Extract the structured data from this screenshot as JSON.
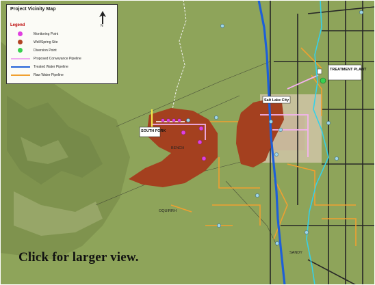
{
  "legend": {
    "title": "Project Vicinity Map",
    "heading": "Legend",
    "items": [
      {
        "label": "Monitoring Point",
        "color": "#e040e0",
        "kind": "dot"
      },
      {
        "label": "Well/Spring Site",
        "color": "#b24424",
        "kind": "dot"
      },
      {
        "label": "Diversion Point",
        "color": "#38d050",
        "kind": "dot"
      },
      {
        "label": "Proposed Conveyance Pipeline",
        "color": "#f0a8f0",
        "kind": "line"
      },
      {
        "label": "Treated Water Pipeline",
        "color": "#2060d8",
        "kind": "line"
      },
      {
        "label": "Raw Water Pipeline",
        "color": "#f0a030",
        "kind": "line"
      }
    ]
  },
  "map_labels": {
    "city": "Salt Lake City",
    "site_left": "SOUTH FORK",
    "area_center": "BENCH",
    "plant": "TREATMENT PLANT",
    "west_hills": "OQUIRRH",
    "bottom_right": "SANDY"
  },
  "caption": "Click for larger view.",
  "colors": {
    "terrain": "#8da258",
    "relief": "#7f9450",
    "site": "#a4401f",
    "river": "#1d5fd8",
    "stream": "#36d0e8",
    "roads": "#2a2a2a",
    "pipes": "#f0a030",
    "urban": "#d8c9b2"
  }
}
